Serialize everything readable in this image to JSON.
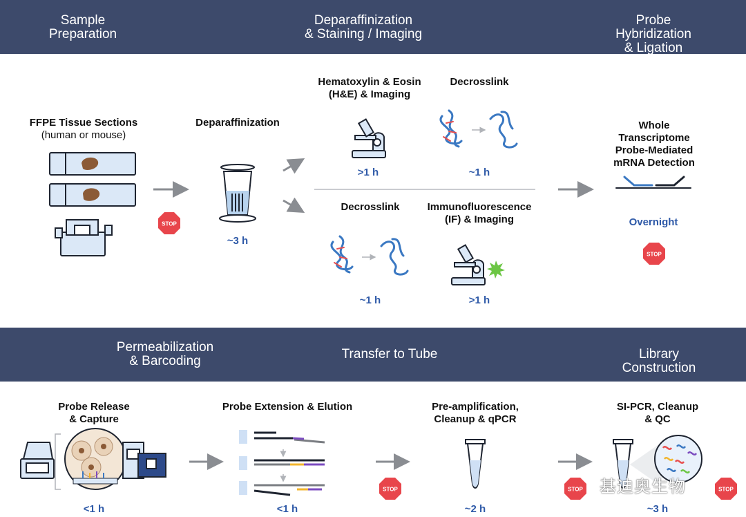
{
  "top_banner": {
    "sample_preparation": "Sample\nPreparation",
    "deparaffinization_staining": "Deparaffinization\n& Staining / Imaging",
    "probe_hybridization": "Probe Hybridization\n& Ligation"
  },
  "bottom_banner": {
    "permeabilization": "Permeabilization\n& Barcoding",
    "transfer": "Transfer to Tube",
    "library": "Library Construction"
  },
  "steps": {
    "ffpe": {
      "title": "FFPE Tissue Sections",
      "subtitle": "(human or mouse)"
    },
    "deparaffinization": {
      "title": "Deparaffinization",
      "time": "~3 h"
    },
    "he": {
      "title": "Hematoxylin & Eosin\n(H&E) & Imaging",
      "time": ">1 h"
    },
    "decrosslink_top": {
      "title": "Decrosslink",
      "time": "~1 h"
    },
    "decrosslink_bottom": {
      "title": "Decrosslink",
      "time": "~1 h"
    },
    "if": {
      "title": "Immunofluorescence\n(IF) & Imaging",
      "time": ">1 h"
    },
    "whole_transcriptome": {
      "title": "Whole Transcriptome\nProbe-Mediated\nmRNA Detection",
      "time": "Overnight"
    },
    "probe_release": {
      "title": "Probe Release\n& Capture",
      "time": "<1 h"
    },
    "probe_extension": {
      "title": "Probe Extension & Elution",
      "time": "<1 h"
    },
    "preamp": {
      "title": "Pre-amplification,\nCleanup & qPCR",
      "time": "~2 h"
    },
    "sipcr": {
      "title": "SI-PCR, Cleanup & QC",
      "time": "~3 h"
    }
  },
  "stop_label": "STOP",
  "watermark": "基迪奥生物",
  "colors": {
    "banner": "#3d4a6b",
    "time": "#2f5aa8",
    "stop": "#e8454b",
    "slide": "#dbe8f7",
    "tissue": "#8b5a36"
  }
}
